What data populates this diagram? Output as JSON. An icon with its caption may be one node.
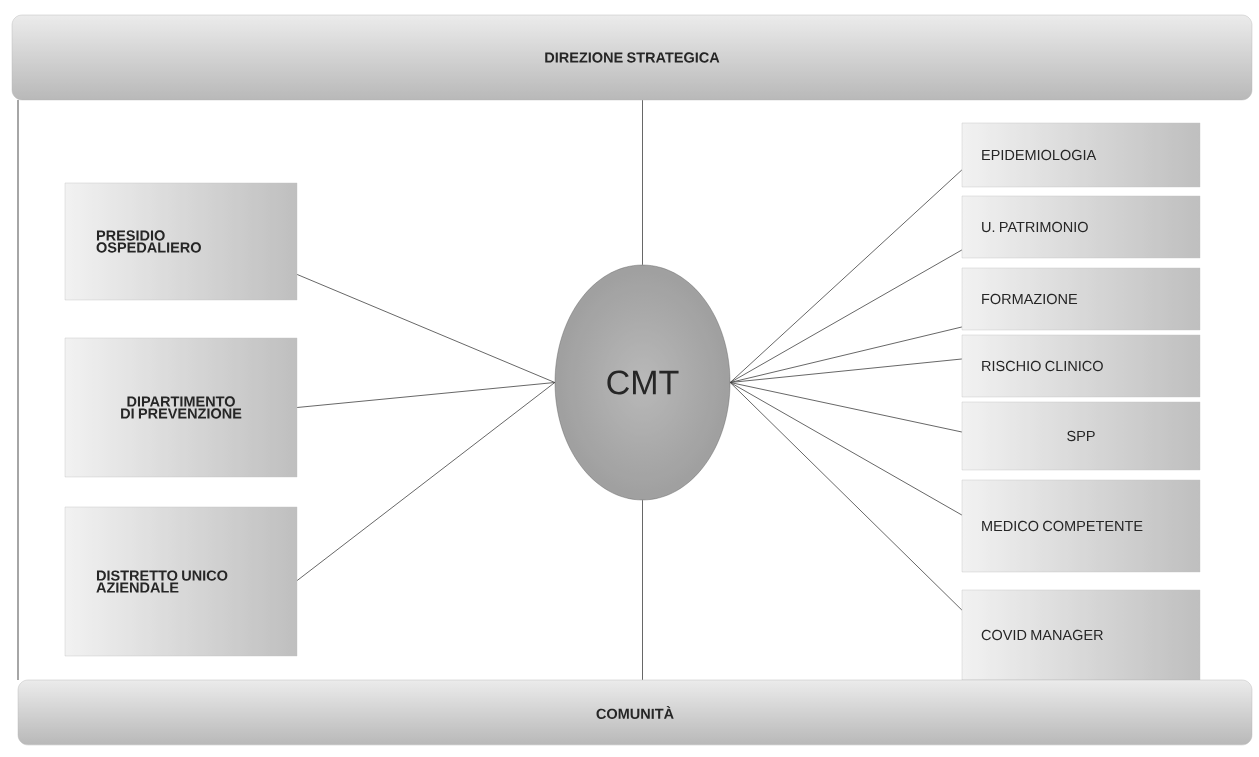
{
  "diagram": {
    "nodes": [
      {
        "text": [
          "DIREZIONE STRATEGICA"
        ]
      },
      {
        "text": [
          "PRESIDIO OSPEDALIERO"
        ]
      },
      {
        "text": [
          "DIPARTIMENTO DI PREVENZIONE"
        ]
      },
      {
        "text": [
          "DISTRETTO UNICO AZIENDALE"
        ]
      },
      {
        "text": [
          "CMT"
        ]
      },
      {
        "text": [
          "EPIDEMIOLOGIA"
        ]
      },
      {
        "text": [
          "U. PATRIMONIO"
        ]
      },
      {
        "text": [
          "FORMAZIONE"
        ]
      },
      {
        "text": [
          "RISCHIO CLINICO"
        ]
      },
      {
        "text": [
          "SPP"
        ]
      },
      {
        "text": [
          "MEDICO COMPETENTE"
        ]
      },
      {
        "text": [
          "COVID MANAGER"
        ]
      },
      {
        "text": [
          "COMUNITÀ"
        ]
      }
    ],
    "edges": [
      {
        "from": 4,
        "to": 0,
        "arrow": "none"
      },
      {
        "from": 1,
        "to": 4,
        "arrow": "none"
      },
      {
        "from": 2,
        "to": 4,
        "arrow": "none"
      },
      {
        "from": 3,
        "to": 4,
        "arrow": "none"
      },
      {
        "from": 4,
        "to": 5,
        "arrow": "none"
      },
      {
        "from": 4,
        "to": 6,
        "arrow": "none"
      },
      {
        "from": 4,
        "to": 7,
        "arrow": "none"
      },
      {
        "from": 4,
        "to": 8,
        "arrow": "none"
      },
      {
        "from": 4,
        "to": 9,
        "arrow": "none"
      },
      {
        "from": 4,
        "to": 10,
        "arrow": "none"
      },
      {
        "from": 4,
        "to": 11,
        "arrow": "none"
      },
      {
        "from": 4,
        "to": 12,
        "arrow": "none"
      }
    ]
  }
}
